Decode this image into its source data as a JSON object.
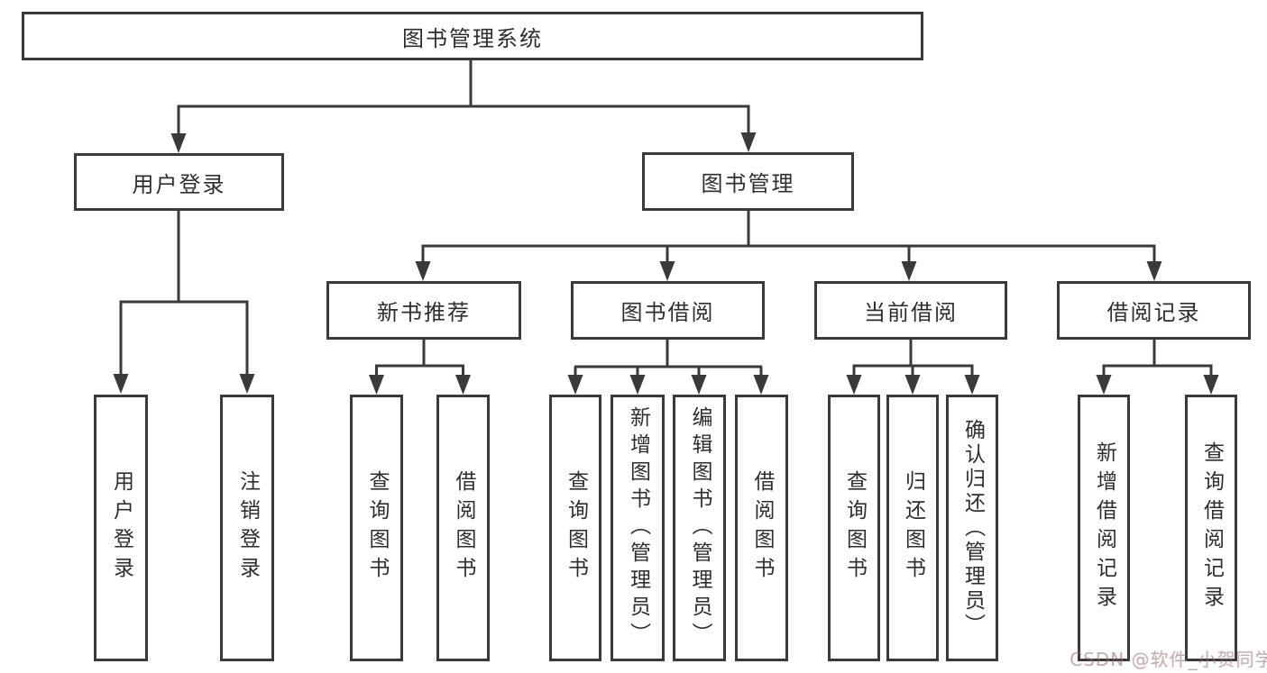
{
  "diagram": {
    "title_node": "图书管理系统",
    "nodes": {
      "root": "图书管理系统",
      "user_login": "用户登录",
      "book_mgmt": "图书管理",
      "new_book_rec": "新书推荐",
      "book_borrow": "图书借阅",
      "current_borrow": "当前借阅",
      "borrow_records": "借阅记录",
      "leaf_user_login": "用户登录",
      "leaf_logout": "注销登录",
      "leaf_nb_query": "查询图书",
      "leaf_nb_borrow": "借阅图书",
      "leaf_bb_query": "查询图书",
      "leaf_bb_add": "新增图书（管理员）",
      "leaf_bb_edit": "编辑图书（管理员）",
      "leaf_bb_borrow": "借阅图书",
      "leaf_cb_query": "查询图书",
      "leaf_cb_return": "归还图书",
      "leaf_cb_confirm": "确认归还（管理员）",
      "leaf_br_add": "新增借阅记录",
      "leaf_br_query": "查询借阅记录"
    },
    "edges": [
      {
        "from": "图书管理系统",
        "to": "用户登录"
      },
      {
        "from": "图书管理系统",
        "to": "图书管理"
      },
      {
        "from": "用户登录",
        "to": "用户登录"
      },
      {
        "from": "用户登录",
        "to": "注销登录"
      },
      {
        "from": "图书管理",
        "to": "新书推荐"
      },
      {
        "from": "图书管理",
        "to": "图书借阅"
      },
      {
        "from": "图书管理",
        "to": "当前借阅"
      },
      {
        "from": "图书管理",
        "to": "借阅记录"
      },
      {
        "from": "新书推荐",
        "to": "查询图书"
      },
      {
        "from": "新书推荐",
        "to": "借阅图书"
      },
      {
        "from": "图书借阅",
        "to": "查询图书"
      },
      {
        "from": "图书借阅",
        "to": "新增图书（管理员）"
      },
      {
        "from": "图书借阅",
        "to": "编辑图书（管理员）"
      },
      {
        "from": "图书借阅",
        "to": "借阅图书"
      },
      {
        "from": "当前借阅",
        "to": "查询图书"
      },
      {
        "from": "当前借阅",
        "to": "归还图书"
      },
      {
        "from": "当前借阅",
        "to": "确认归还（管理员）"
      },
      {
        "from": "借阅记录",
        "to": "新增借阅记录"
      },
      {
        "from": "借阅记录",
        "to": "查询借阅记录"
      }
    ],
    "colors": {
      "line": "#3a3a3a",
      "box_border": "#3a3a3a",
      "box_fill": "#ffffff",
      "text": "#2e2e2e",
      "watermark_text": "#c6c6c6"
    }
  },
  "watermark": "CSDN @软件_小贺同学"
}
